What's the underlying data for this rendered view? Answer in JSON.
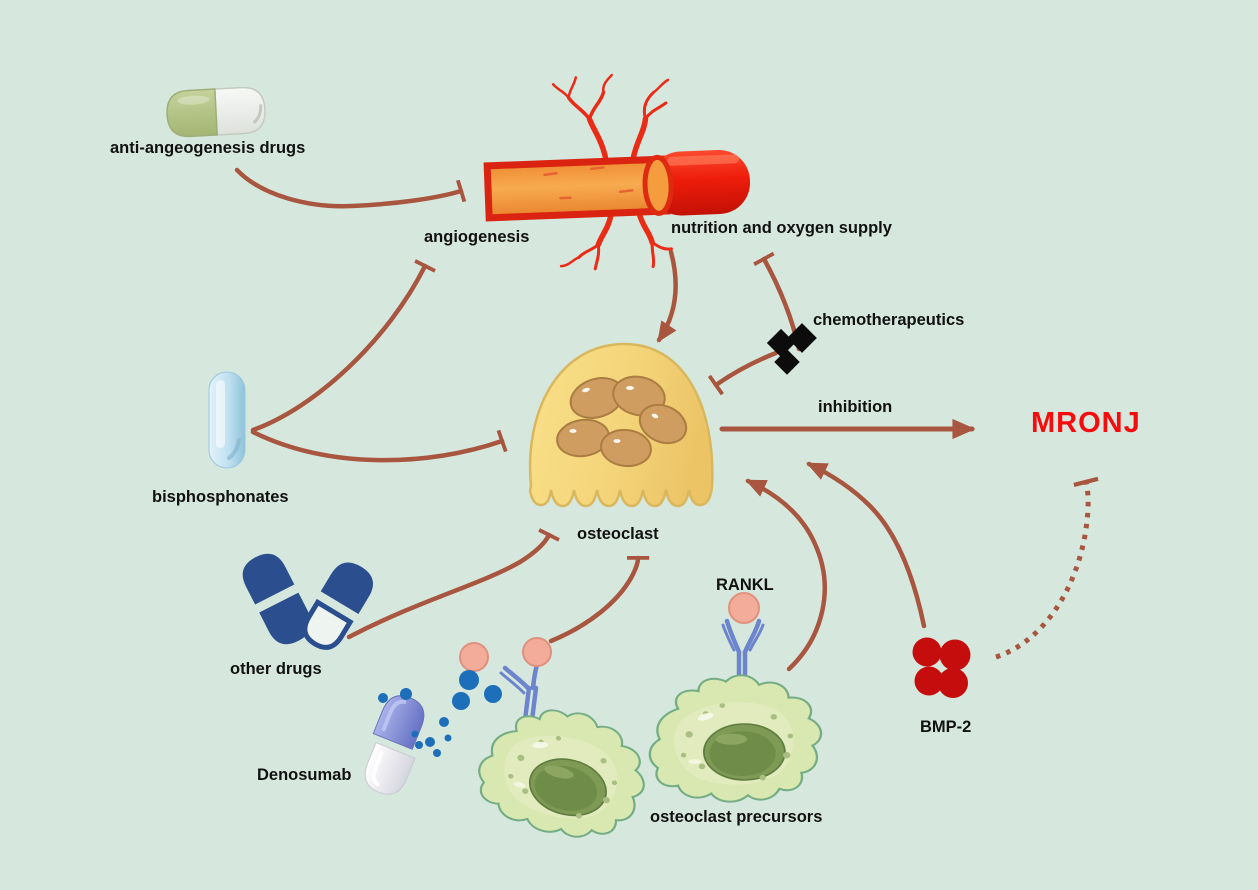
{
  "figure": {
    "background": "#d6e8de",
    "arrow_color": "#a8563f",
    "labels": {
      "anti_angeogenesis_drugs": "anti-angeogenesis drugs",
      "angiogenesis": "angiogenesis",
      "nutrition_and_oxygen_supply": "nutrition and oxygen supply",
      "chemotherapeutics": "chemotherapeutics",
      "bisphosphonates": "bisphosphonates",
      "osteoclast": "osteoclast",
      "inhibition": "inhibition",
      "mronj": "MRONJ",
      "other_drugs": "other drugs",
      "denosumab": "Denosumab",
      "rankl": "RANKL",
      "osteoclast_precursors": "osteoclast precursors",
      "bmp_2": "BMP-2"
    },
    "colors": {
      "mronj_text": "#f50d0d",
      "label_text": "#111111",
      "arrow": "#a8563f",
      "vessel_red": "#ea2b16",
      "vessel_lumen_orange": "#f59d3e",
      "osteoclast_body_yellow": "#f6d87e",
      "osteoclast_nucleus_tan": "#cf9d60",
      "cell_body_green": "#d9e7b0",
      "cell_nucleus_olive": "#75914c",
      "receptor_blue": "#6d85cd",
      "rankl_pink": "#f3ac99",
      "denosumab_dot_blue": "#1d6fba",
      "navy_capsule": "#2b4e8f",
      "bmp2_red": "#c60d0d",
      "chemo_black": "#0c0c0c",
      "green_capsule": "#b5c485",
      "bisphosphonate_blue": "#a6d2e6",
      "denosumab_purple": "#8791d6"
    },
    "edges": [
      {
        "from": "anti-angeogenesis drugs",
        "to": "angiogenesis (blood vessel)",
        "type": "inhibition",
        "style": "solid"
      },
      {
        "from": "bisphosphonates",
        "to": "angiogenesis",
        "type": "inhibition",
        "style": "solid"
      },
      {
        "from": "bisphosphonates",
        "to": "osteoclast",
        "type": "inhibition",
        "style": "solid"
      },
      {
        "from": "blood vessel (nutrition and oxygen supply)",
        "to": "osteoclast",
        "type": "promotion",
        "style": "solid"
      },
      {
        "from": "chemotherapeutics",
        "to": "nutrition and oxygen supply",
        "type": "inhibition",
        "style": "solid"
      },
      {
        "from": "chemotherapeutics",
        "to": "osteoclast",
        "type": "inhibition",
        "style": "solid"
      },
      {
        "from": "other drugs",
        "to": "osteoclast",
        "type": "inhibition",
        "style": "solid"
      },
      {
        "from": "Denosumab (RANKL-blocked precursor)",
        "to": "osteoclast",
        "type": "inhibition",
        "style": "solid"
      },
      {
        "from": "osteoclast precursors",
        "to": "osteoclast",
        "type": "promotion",
        "style": "solid"
      },
      {
        "from": "BMP-2",
        "to": "osteoclast",
        "type": "promotion",
        "style": "solid"
      },
      {
        "from": "osteoclast",
        "to": "MRONJ",
        "type": "promotion",
        "style": "solid",
        "label": "inhibition"
      },
      {
        "from": "BMP-2",
        "to": "MRONJ",
        "type": "inhibition",
        "style": "dotted"
      }
    ]
  }
}
